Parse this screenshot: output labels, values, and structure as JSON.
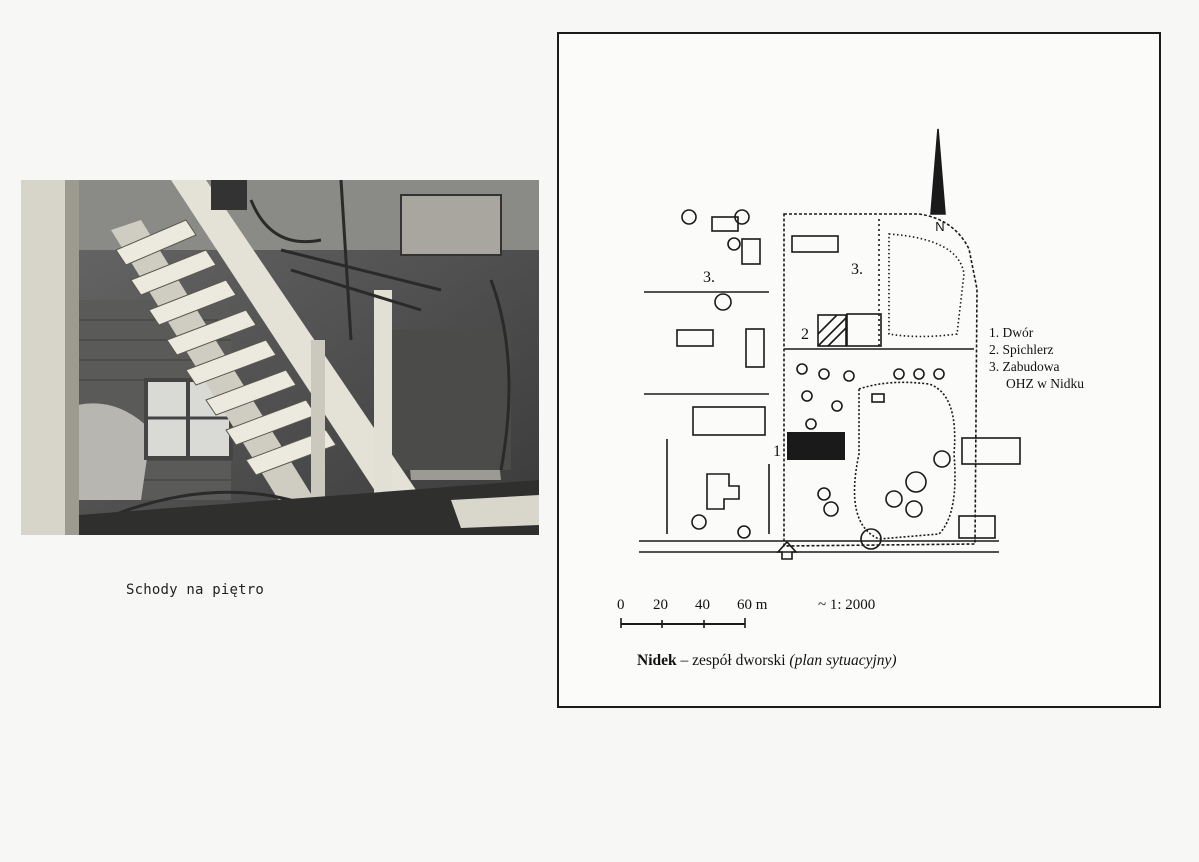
{
  "photo": {
    "caption": "Schody na piętro"
  },
  "site_plan": {
    "legend": [
      {
        "number": "1.",
        "label": "Dwór"
      },
      {
        "number": "2.",
        "label": "Spichlerz"
      },
      {
        "number": "3.",
        "label": "Zabudowa"
      },
      {
        "number": "",
        "label": "OHZ w Nidku"
      }
    ],
    "north_label": "N",
    "area_markers": [
      "1",
      "2",
      "3.",
      "3."
    ],
    "scale": {
      "ticks": [
        "0",
        "20",
        "40",
        "60 m"
      ],
      "ratio": "~ 1: 2000"
    },
    "title": {
      "place": "Nidek",
      "separator": " – ",
      "description": "zespół dworski",
      "note": "(plan sytuacyjny)"
    }
  }
}
